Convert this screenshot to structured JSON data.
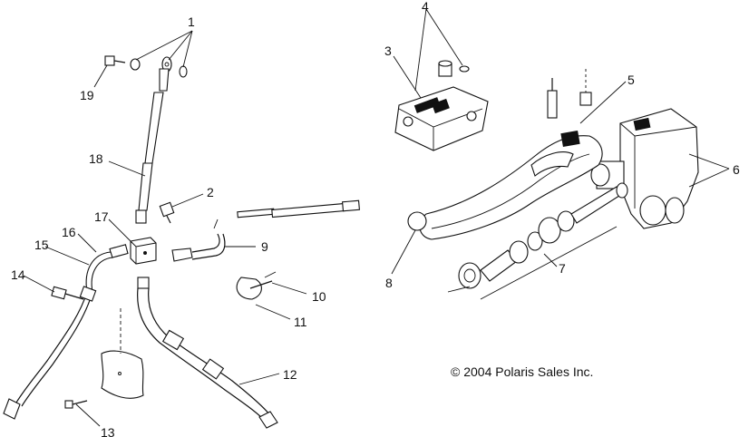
{
  "callouts": {
    "c1": "1",
    "c2": "2",
    "c3": "3",
    "c4": "4",
    "c5": "5",
    "c6": "6",
    "c7": "7",
    "c8": "8",
    "c9": "9",
    "c10": "10",
    "c11": "11",
    "c12": "12",
    "c13": "13",
    "c14": "14",
    "c15": "15",
    "c16": "16",
    "c17": "17",
    "c18": "18",
    "c19": "19"
  },
  "copyright": "© 2004 Polaris Sales Inc."
}
